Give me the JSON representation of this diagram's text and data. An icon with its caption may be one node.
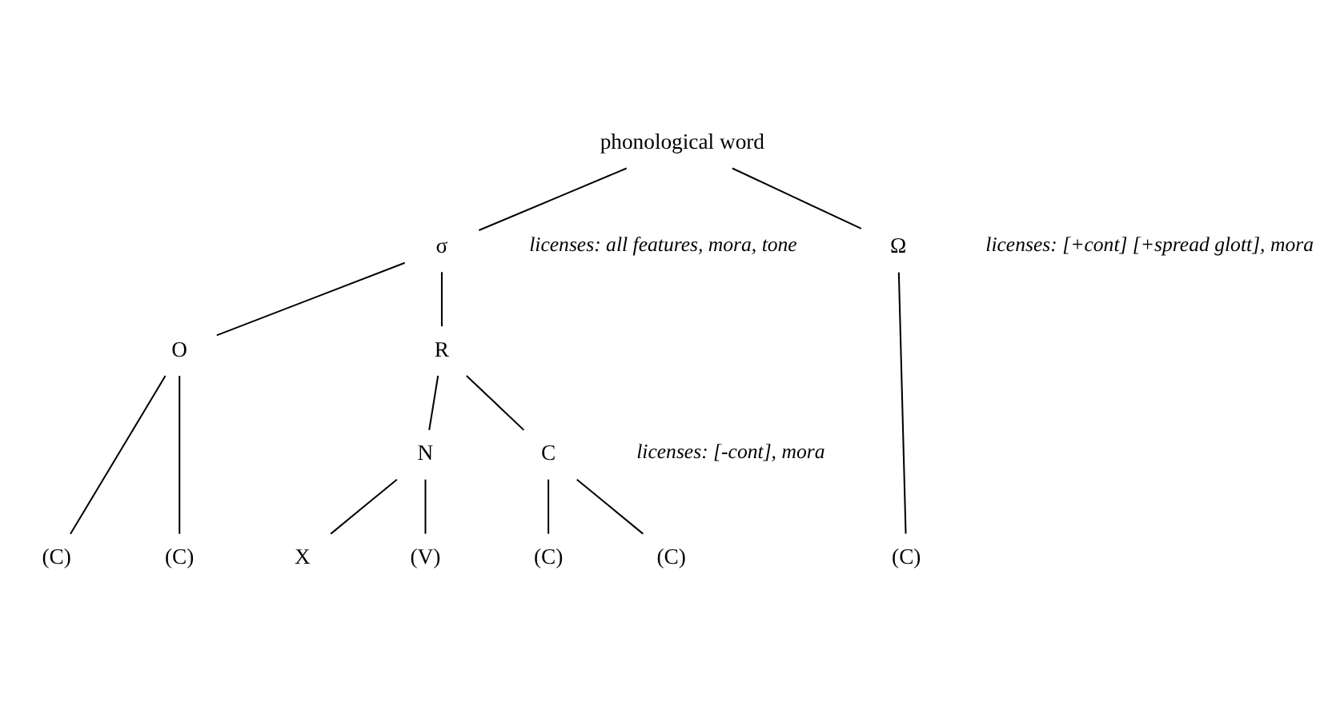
{
  "diagram": {
    "nodes": [
      {
        "text": [
          "phonological word"
        ]
      },
      {
        "text": [
          "σ"
        ],
        "beside": [
          "licenses: all features, mora, tone"
        ]
      },
      {
        "text": [
          "O"
        ]
      },
      {
        "text": [
          "R"
        ]
      },
      {
        "text": [
          "Ω"
        ],
        "beside": [
          "licenses: [+cont] [+spread glott], mora"
        ]
      },
      {
        "text": [
          "N"
        ]
      },
      {
        "text": [
          "C"
        ],
        "beside": [
          "licenses: [-cont], mora"
        ]
      },
      {
        "text": [
          "(C)"
        ]
      },
      {
        "text": [
          "(C)"
        ]
      },
      {
        "text": [
          "X"
        ]
      },
      {
        "text": [
          "(V)"
        ]
      },
      {
        "text": [
          "(C)"
        ]
      },
      {
        "text": [
          "(C)"
        ]
      },
      {
        "text": [
          "(C)"
        ]
      }
    ],
    "edges": [
      {
        "from": 0,
        "to": 1,
        "arrow": "none"
      },
      {
        "from": 0,
        "to": 4,
        "arrow": "none"
      },
      {
        "from": 1,
        "to": 2,
        "arrow": "none"
      },
      {
        "from": 1,
        "to": 3,
        "arrow": "none"
      },
      {
        "from": 3,
        "to": 5,
        "arrow": "none"
      },
      {
        "from": 3,
        "to": 6,
        "arrow": "none"
      },
      {
        "from": 2,
        "to": 7,
        "arrow": "none"
      },
      {
        "from": 2,
        "to": 8,
        "arrow": "none"
      },
      {
        "from": 5,
        "to": 9,
        "arrow": "none"
      },
      {
        "from": 5,
        "to": 10,
        "arrow": "none"
      },
      {
        "from": 6,
        "to": 11,
        "arrow": "none"
      },
      {
        "from": 6,
        "to": 12,
        "arrow": "none"
      },
      {
        "from": 4,
        "to": 13,
        "arrow": "none"
      }
    ]
  }
}
